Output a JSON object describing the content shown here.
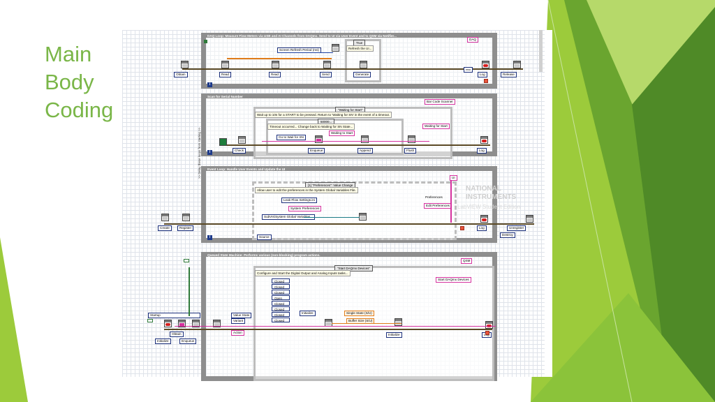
{
  "slide": {
    "title_lines": [
      "Main",
      "Body",
      "Coding"
    ],
    "accent_color": "#7ab648"
  },
  "diagram": {
    "loop1": {
      "header": "DAQ Loop: Measure Flow Meters via USB and AI Channels from DAQmx.  Send to UI via User Event and to QSM via Notifier...",
      "case_selector": "True",
      "case_desc": "Refresh the UI...",
      "daq_label": "DAQ",
      "screen_refresh": "Screen Refresh Period (ms)",
      "labels": [
        "Obtain",
        "Read",
        "Read",
        "Send",
        "Generate",
        "Log",
        "Release"
      ],
      "small_label": "error"
    },
    "loop2": {
      "header": "Scan for Serial Number",
      "case_selector": "\"Waiting for Start\"",
      "case_desc": "Wait up to 10s for a START to be pressed.  Return to 'Waiting for SN' in the event of a timeout.",
      "inner_selector": "50000...",
      "inner_desc": "Timeout occurred... Change back to Waiting for SN State...",
      "barcode": "Bar Code Scanner",
      "waiting_for_start": "Waiting for Start",
      "waiting_to_start": "Waiting to Start",
      "go_to_wait": "Go to Wait for SN",
      "labels": [
        "Check",
        "Enqueue",
        "Append",
        "Flush",
        "Log"
      ],
      "side_note": ">> Delay these loops from starting >>"
    },
    "loop3": {
      "header": "Event Loop:  Handle User Events and Update the UI",
      "case_selector": "[1] \"Preferences\": Value Change",
      "case_desc": "Allow user to edit the preferences in the System Global Variables File.",
      "ui_label": "UI",
      "leak_flow": "Leak-Flow Settings.ini",
      "system_prefs": "System Preferences",
      "global_vars": "SubVIs\\System Global Variables...",
      "source": "Source",
      "preferences": "Preferences",
      "edit_prefs": "Edit Preferences",
      "labels": [
        "Create",
        "Register",
        "Log",
        "Unregister",
        "Destroy"
      ],
      "watermark_line1": "NATIONAL",
      "watermark_line2": "INSTRUMENTS",
      "watermark_line3": "LabVIEW Student Edition"
    },
    "loop4": {
      "header": "Queued State Machine: Performs various (non-blocking) program actions.",
      "case_selector": "\"Start DAQmx Devices\"",
      "case_desc": "Configure and Start the Digital Output and Analog Inputs tasks...",
      "qsm_label": "QSM",
      "start_daqmx": "Start DAQmx Devices",
      "states": [
        "Closed",
        "Closed",
        "Closed",
        "Open",
        "Closed",
        "Closed",
        "Closed",
        "Closed"
      ],
      "initialize_inner": "Initialize",
      "single_state": "Single State (S/U)",
      "buffer_size": "Buffer Size (S/U)",
      "startup": "Startup",
      "value_state": "Value State",
      "variant": "Variant",
      "action": "Action",
      "labels": [
        "Obtain",
        "Enqueue",
        "Initialize",
        "Initialize",
        "Log"
      ]
    }
  }
}
